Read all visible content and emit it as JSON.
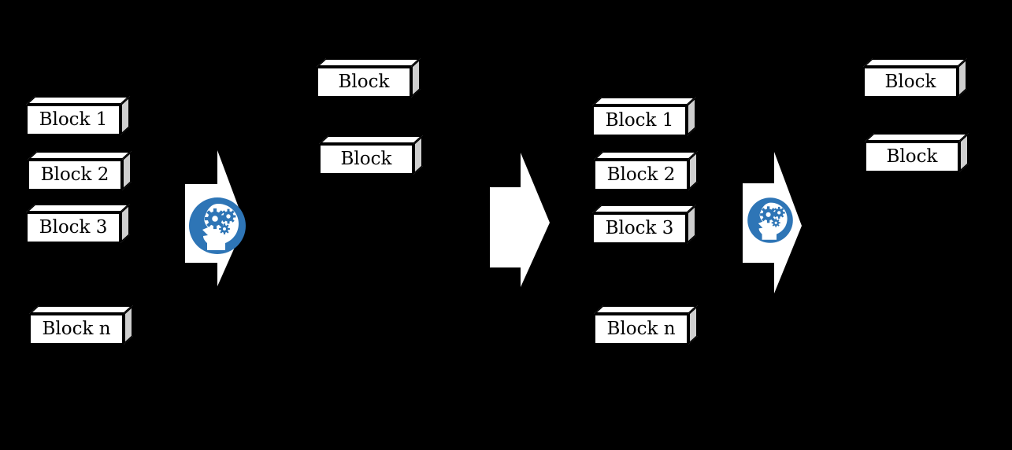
{
  "scene": {
    "colors": {
      "background": "#000000",
      "block_face": "#ffffff",
      "block_side": "#cfcfcf",
      "block_outline": "#000000",
      "arrow_fill": "#ffffff",
      "icon_blue": "#2e75b6"
    },
    "chain1": {
      "blocks": [
        "Block 1",
        "Block 2",
        "Block 3",
        "Block n"
      ]
    },
    "summary1": {
      "blocks": [
        "Block",
        "Block"
      ]
    },
    "chain2": {
      "blocks": [
        "Block 1",
        "Block 2",
        "Block 3",
        "Block n"
      ]
    },
    "summary2": {
      "blocks": [
        "Block",
        "Block"
      ]
    },
    "arrows": [
      {
        "name": "process-arrow-1",
        "icon": "brain-gears-icon"
      },
      {
        "name": "transfer-arrow",
        "icon": ""
      },
      {
        "name": "process-arrow-2",
        "icon": "brain-gears-icon"
      }
    ]
  }
}
